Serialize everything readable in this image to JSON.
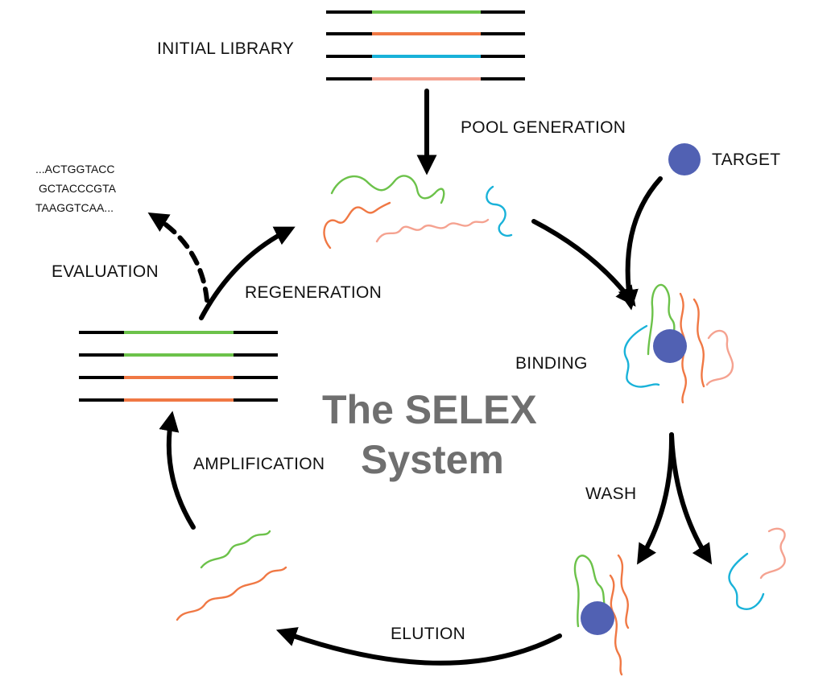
{
  "title": {
    "line1": "The SELEX",
    "line2": "System"
  },
  "labels": {
    "initial_library": "INITIAL LIBRARY",
    "pool_generation": "POOL GENERATION",
    "target": "TARGET",
    "binding": "BINDING",
    "wash": "WASH",
    "elution": "ELUTION",
    "amplification": "AMPLIFICATION",
    "regeneration": "REGENERATION",
    "evaluation": "EVALUATION"
  },
  "sequences": [
    "...ACTGGTACC",
    "GCTACCCGTA",
    "TAAGGTCAA..."
  ],
  "colors": {
    "green": "#6cc24a",
    "orange": "#f07844",
    "cyan": "#19b2d9",
    "pink": "#f5a290",
    "target": "#5161b3",
    "title_gray": "#6f6f6f"
  }
}
